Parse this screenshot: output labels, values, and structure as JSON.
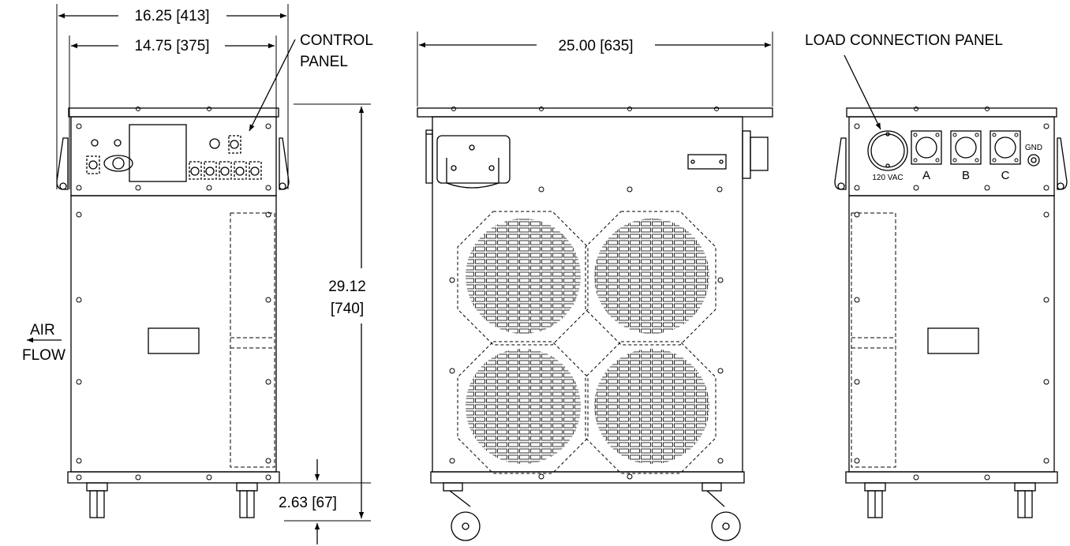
{
  "dimensions": {
    "width_outer": "16.25 [413]",
    "width_inner": "14.75 [375]",
    "depth": "25.00 [635]",
    "height_in": "29.12",
    "height_mm": "[740]",
    "caster": "2.63 [67]"
  },
  "labels": {
    "control_panel_line1": "CONTROL",
    "control_panel_line2": "PANEL",
    "load_connection_panel": "LOAD CONNECTION PANEL",
    "air_flow_line1": "AIR",
    "air_flow_line2": "FLOW",
    "outlet_voltage": "120 VAC",
    "connector_a": "A",
    "connector_b": "B",
    "connector_c": "C",
    "ground": "GND"
  }
}
